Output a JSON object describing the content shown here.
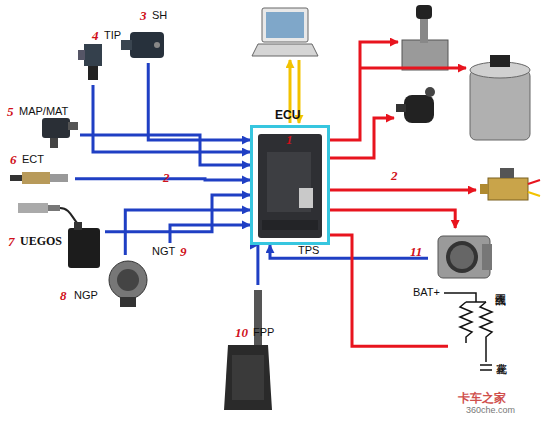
{
  "diagram": {
    "nodes": [
      {
        "text": [
          "ECU",
          "1"
        ]
      },
      {
        "text": [
          "3",
          "SH"
        ]
      },
      {
        "text": [
          "4",
          "TIP"
        ]
      },
      {
        "text": [
          "5",
          "MAP/MAT"
        ]
      },
      {
        "text": [
          "6",
          "ECT"
        ]
      },
      {
        "text": [
          "7",
          "UEGOS"
        ]
      },
      {
        "text": [
          "8",
          "NGP"
        ]
      },
      {
        "text": [
          "NGT",
          "9"
        ]
      },
      {
        "text": [
          "10",
          "FPP"
        ]
      },
      {
        "text": [
          "11"
        ]
      },
      {
        "text": [
          "点火线圈"
        ]
      }
    ],
    "edges": [
      {
        "from": 1,
        "to": 0,
        "arrow": "to"
      },
      {
        "from": 2,
        "to": 0,
        "arrow": "to"
      },
      {
        "from": 3,
        "to": 0,
        "arrow": "to"
      },
      {
        "from": 4,
        "to": 0,
        "arrow": "to"
      },
      {
        "from": 5,
        "to": 0,
        "arrow": "to"
      },
      {
        "from": 6,
        "to": 0,
        "arrow": "to"
      },
      {
        "from": 7,
        "to": 0,
        "arrow": "to"
      },
      {
        "from": 8,
        "to": 0,
        "arrow": "to"
      },
      {
        "from": 9,
        "to": 0,
        "arrow": "to",
        "label": "TPS"
      },
      {
        "from": 0,
        "to": 9,
        "arrow": "to"
      },
      {
        "from": 0,
        "to": 10,
        "arrow": "none"
      }
    ],
    "labels": [
      "2",
      "2",
      "BAT+",
      "火花塞",
      "卡车之家",
      "360che.com"
    ]
  }
}
